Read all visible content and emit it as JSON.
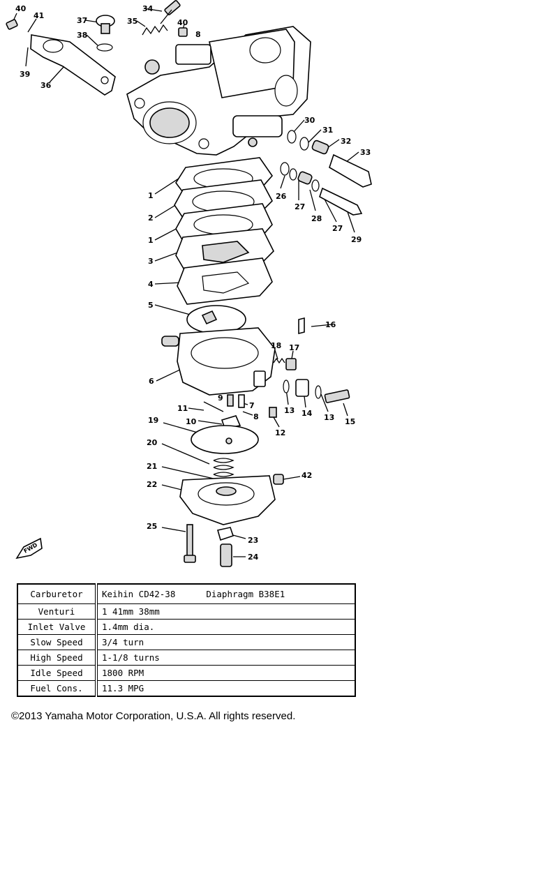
{
  "diagram": {
    "callouts": [
      {
        "id": "c1a",
        "text": "1"
      },
      {
        "id": "c1b",
        "text": "1"
      },
      {
        "id": "c2",
        "text": "2"
      },
      {
        "id": "c3",
        "text": "3"
      },
      {
        "id": "c4",
        "text": "4"
      },
      {
        "id": "c5",
        "text": "5"
      },
      {
        "id": "c6",
        "text": "6"
      },
      {
        "id": "c7",
        "text": "7"
      },
      {
        "id": "c8a",
        "text": "8"
      },
      {
        "id": "c8b",
        "text": "8"
      },
      {
        "id": "c9",
        "text": "9"
      },
      {
        "id": "c10",
        "text": "10"
      },
      {
        "id": "c11",
        "text": "11"
      },
      {
        "id": "c12",
        "text": "12"
      },
      {
        "id": "c13a",
        "text": "13"
      },
      {
        "id": "c13b",
        "text": "13"
      },
      {
        "id": "c14",
        "text": "14"
      },
      {
        "id": "c15",
        "text": "15"
      },
      {
        "id": "c16",
        "text": "16"
      },
      {
        "id": "c17",
        "text": "17"
      },
      {
        "id": "c18",
        "text": "18"
      },
      {
        "id": "c19",
        "text": "19"
      },
      {
        "id": "c20",
        "text": "20"
      },
      {
        "id": "c21",
        "text": "21"
      },
      {
        "id": "c22",
        "text": "22"
      },
      {
        "id": "c23",
        "text": "23"
      },
      {
        "id": "c24",
        "text": "24"
      },
      {
        "id": "c25",
        "text": "25"
      },
      {
        "id": "c26",
        "text": "26"
      },
      {
        "id": "c27a",
        "text": "27"
      },
      {
        "id": "c27b",
        "text": "27"
      },
      {
        "id": "c28",
        "text": "28"
      },
      {
        "id": "c29",
        "text": "29"
      },
      {
        "id": "c30",
        "text": "30"
      },
      {
        "id": "c31",
        "text": "31"
      },
      {
        "id": "c32",
        "text": "32"
      },
      {
        "id": "c33",
        "text": "33"
      },
      {
        "id": "c34",
        "text": "34"
      },
      {
        "id": "c35",
        "text": "35"
      },
      {
        "id": "c36",
        "text": "36"
      },
      {
        "id": "c37",
        "text": "37"
      },
      {
        "id": "c38",
        "text": "38"
      },
      {
        "id": "c39",
        "text": "39"
      },
      {
        "id": "c40a",
        "text": "40"
      },
      {
        "id": "c40b",
        "text": "40"
      },
      {
        "id": "c41",
        "text": "41"
      },
      {
        "id": "c42",
        "text": "42"
      }
    ],
    "fwd_label": "FWD"
  },
  "specs": {
    "carburetor": {
      "label": "Carburetor",
      "value": "Keihin CD42-38",
      "extra": "Diaphragm B38E1"
    },
    "rows": [
      {
        "label": "Venturi",
        "value": "1 41mm 38mm"
      },
      {
        "label": "Inlet Valve",
        "value": "1.4mm dia."
      },
      {
        "label": "Slow Speed",
        "value": "3/4 turn"
      },
      {
        "label": "High Speed",
        "value": "1-1/8 turns"
      },
      {
        "label": "Idle Speed",
        "value": "1800 RPM"
      },
      {
        "label": "Fuel Cons.",
        "value": "11.3 MPG"
      }
    ]
  },
  "copyright": "©2013 Yamaha Motor Corporation, U.S.A. All rights reserved."
}
